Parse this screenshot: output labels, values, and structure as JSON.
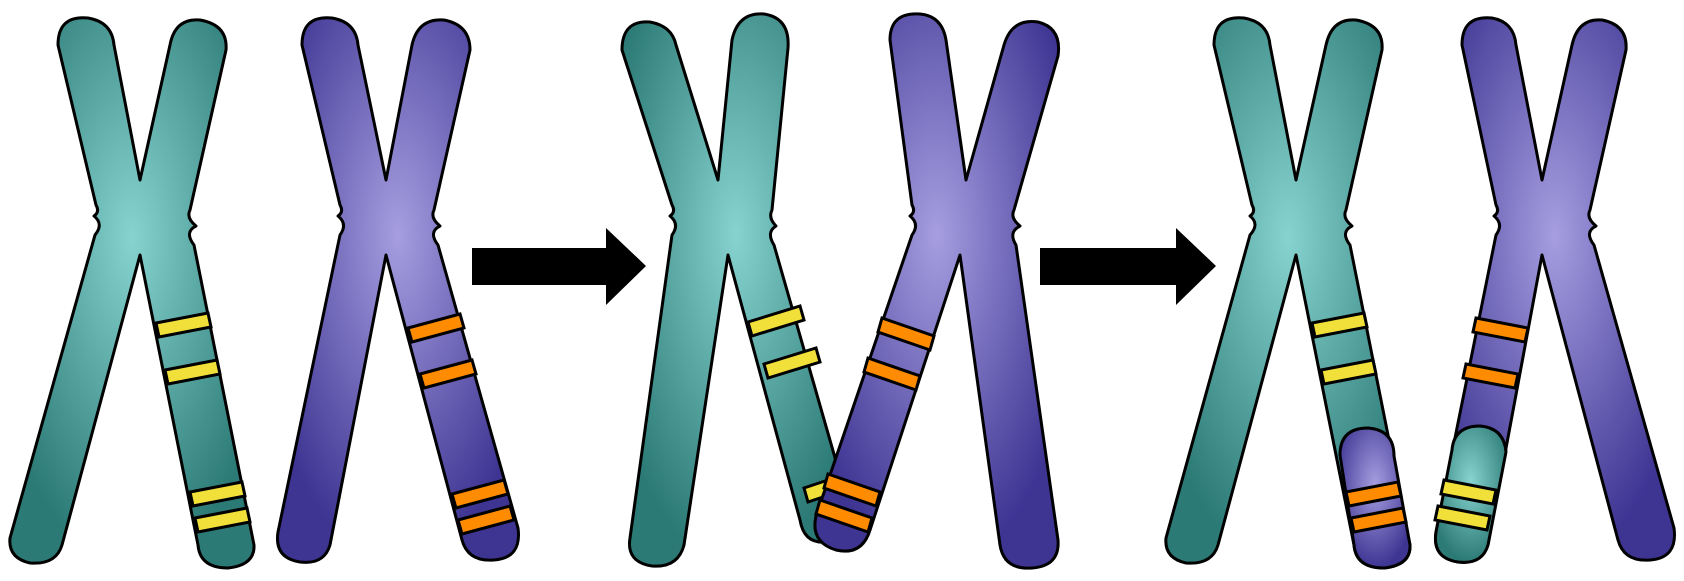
{
  "colors": {
    "teal_light": "#86d3d0",
    "teal_dark": "#2c7a76",
    "purple_light": "#a69ee0",
    "purple_dark": "#3e3593",
    "band_yellow": "#f2e03a",
    "band_orange": "#ff8c00",
    "outline": "#000000",
    "arrow": "#000000",
    "background": "#ffffff"
  },
  "stages": [
    {
      "name": "before-crossing-over",
      "pairs": [
        "teal",
        "purple"
      ]
    },
    {
      "name": "during-crossing-over",
      "pairs": [
        "teal",
        "purple"
      ]
    },
    {
      "name": "after-crossing-over",
      "pairs": [
        "teal-recombinant",
        "purple-recombinant"
      ]
    }
  ],
  "arrows": [
    {
      "name": "arrow-stage-1-to-2"
    },
    {
      "name": "arrow-stage-2-to-3"
    }
  ]
}
